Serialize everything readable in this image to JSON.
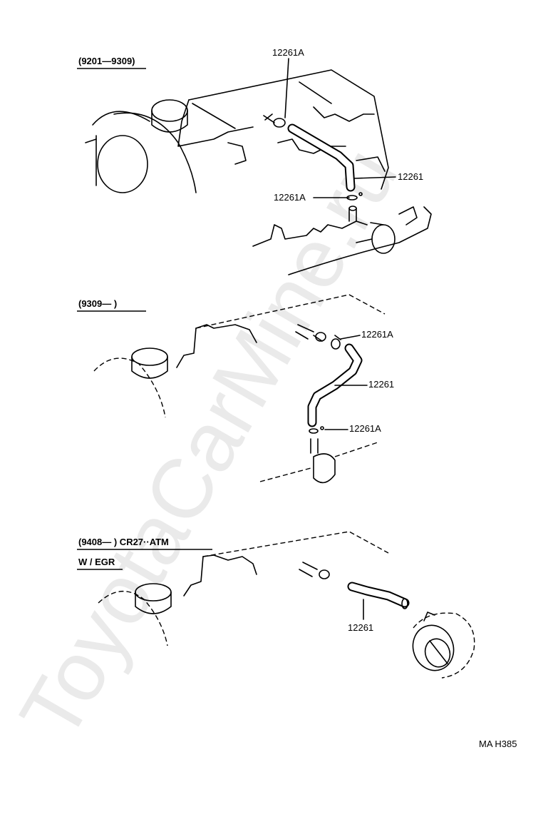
{
  "watermark": "ToyotaCarMine.ru",
  "sections": [
    {
      "header": "(9201—9309)",
      "callouts": [
        "12261A",
        "12261",
        "12261A"
      ]
    },
    {
      "header": "(9309—        )",
      "callouts": [
        "12261A",
        "12261",
        "12261A"
      ]
    },
    {
      "header": "(9408—        )  CR27··ATM",
      "header2": "W / EGR",
      "callouts": [
        "12261"
      ]
    }
  ],
  "footer_code": "MA  H385"
}
